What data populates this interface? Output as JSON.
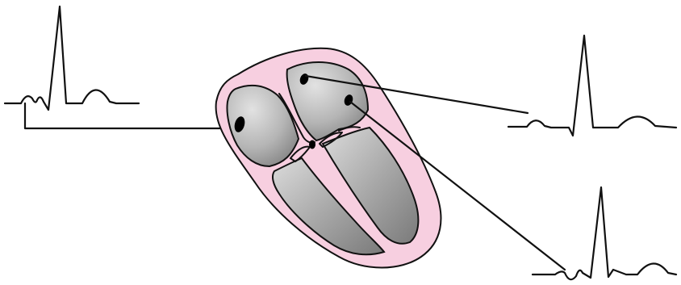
{
  "diagram": {
    "subject": "heart-cross-section-with-electrograms",
    "colors": {
      "background": "#ffffff",
      "pericardium": "#f7cfe0",
      "myocardium_outline": "#111111",
      "chamber_light": "#d8d8d8",
      "chamber_dark": "#8a8a8a",
      "trace": "#111111",
      "electrode": "#000000"
    },
    "traces": [
      {
        "id": "left-trace",
        "waveform": "upright-p-tall-r-upright-t"
      },
      {
        "id": "right-top-trace",
        "waveform": "upright-p-tall-r-small-s-upright-t"
      },
      {
        "id": "right-bottom-trace",
        "waveform": "biphasic-p-tall-r-deep-s-upright-t"
      }
    ],
    "electrodes": [
      {
        "id": "electrode-right-atrium",
        "location": "right-atrium-wall"
      },
      {
        "id": "electrode-left-atrium-roof",
        "location": "left-atrium-roof"
      },
      {
        "id": "electrode-left-atrium-lateral",
        "location": "left-atrium-lateral-wall"
      },
      {
        "id": "electrode-septal-node",
        "location": "atrioventricular-junction"
      }
    ]
  }
}
